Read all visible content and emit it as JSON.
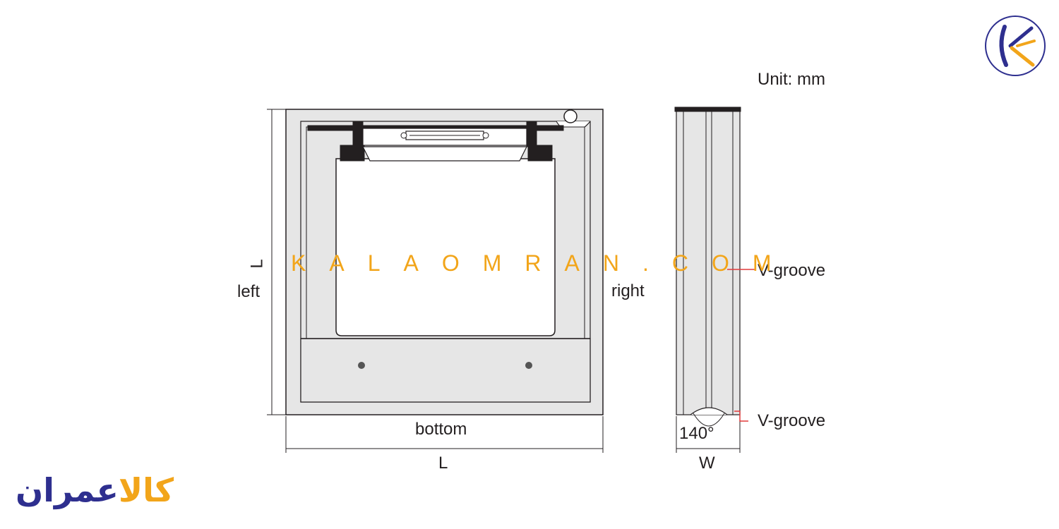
{
  "unit_label": "Unit: mm",
  "labels": {
    "left": "left",
    "right": "right",
    "bottom": "bottom",
    "length_side": "L",
    "length_bottom": "L",
    "width": "W",
    "angle": "140°",
    "v_groove_top": "V-groove",
    "v_groove_bottom": "V-groove"
  },
  "watermark": "KALAOMRAN.COM",
  "brand": {
    "text_main": "عمران",
    "text_accent": "کالا"
  },
  "colors": {
    "frame_fill": "#e6e6e6",
    "line": "#231f20",
    "leader": "#e03c3c",
    "watermark": "#f2a51a",
    "brand_blue": "#2e2f8f",
    "brand_orange": "#f2a51a"
  },
  "icons": {
    "corner_logo": "kalaomran-k-logo-icon"
  }
}
